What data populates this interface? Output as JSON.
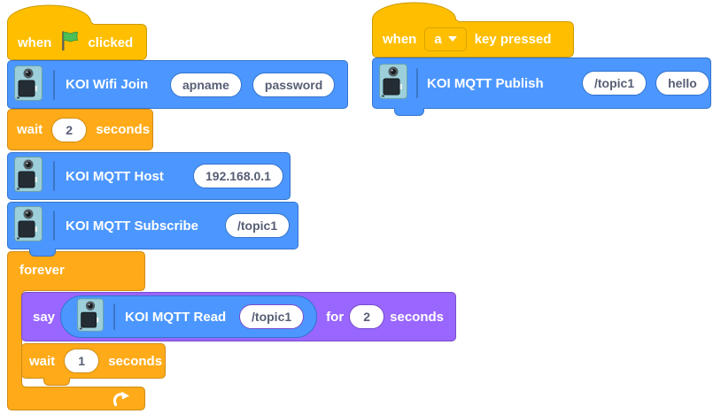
{
  "palette": {
    "events_color": "#FFBF00",
    "events_border": "#CC9900",
    "control_color": "#FFAB19",
    "control_border": "#CF8B17",
    "extension_color": "#4C97FF",
    "extension_border": "#3373CC",
    "looks_color": "#9966FF",
    "looks_border": "#774DCB",
    "input_text_color": "#575E75",
    "flag_green": "#4CBF56"
  },
  "icons": {
    "flag": "green-flag-icon",
    "device": "koi-device-icon",
    "loop": "loop-arrow-icon",
    "dropdown": "chevron-down-icon"
  },
  "scripts": {
    "main": {
      "when_flag": {
        "when": "when",
        "clicked": "clicked"
      },
      "wifi_join": {
        "label": "KOI Wifi Join",
        "ap": "apname",
        "password": "password"
      },
      "wait_first": {
        "wait": "wait",
        "value": "2",
        "seconds": "seconds"
      },
      "mqtt_host": {
        "label": "KOI MQTT Host",
        "host": "192.168.0.1"
      },
      "mqtt_subscribe": {
        "label": "KOI MQTT Subscribe",
        "topic": "/topic1"
      },
      "forever": {
        "label": "forever"
      },
      "say": {
        "say": "say",
        "for": "for",
        "duration": "2",
        "seconds": "seconds"
      },
      "mqtt_read": {
        "label": "KOI MQTT Read",
        "topic": "/topic1"
      },
      "wait_loop": {
        "wait": "wait",
        "value": "1",
        "seconds": "seconds"
      }
    },
    "publish_script": {
      "when_key": {
        "when": "when",
        "key": "a",
        "rest": "key pressed"
      },
      "mqtt_publish": {
        "label": "KOI MQTT Publish",
        "topic": "/topic1",
        "message": "hello"
      }
    }
  }
}
